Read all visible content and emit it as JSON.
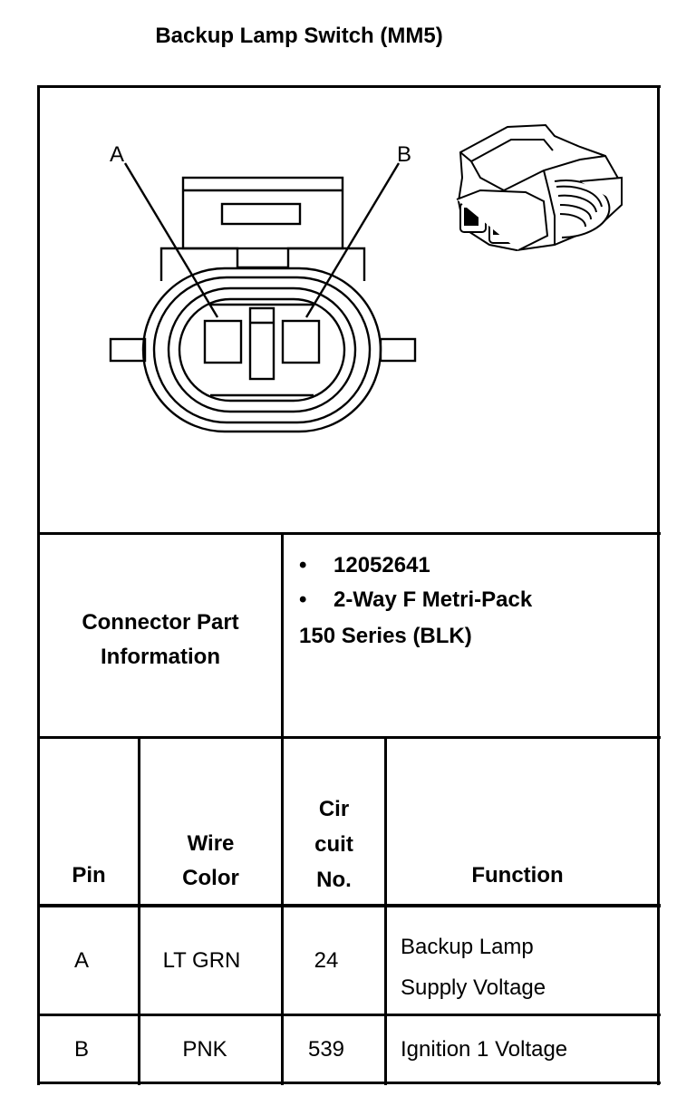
{
  "title": "Backup Lamp Switch (MM5)",
  "diagram": {
    "pin_label_a": "A",
    "pin_label_b": "B"
  },
  "connector_info": {
    "label_line1": "Connector Part",
    "label_line2": "Information",
    "bullets": [
      "12052641",
      "2-Way F Metri-Pack"
    ],
    "continuation": "150 Series (BLK)",
    "bullet_symbol": "•"
  },
  "table": {
    "headers": {
      "pin": "Pin",
      "wire_color_1": "Wire",
      "wire_color_2": "Color",
      "circuit_1": "Cir",
      "circuit_2": "cuit",
      "circuit_3": "No.",
      "function": "Function"
    },
    "rows": [
      {
        "pin": "A",
        "wire_color": "LT GRN",
        "circuit": "24",
        "function_line1": "Backup Lamp",
        "function_line2": "Supply Voltage"
      },
      {
        "pin": "B",
        "wire_color": "PNK",
        "circuit": "539",
        "function_line1": "Ignition 1 Voltage",
        "function_line2": ""
      }
    ]
  }
}
